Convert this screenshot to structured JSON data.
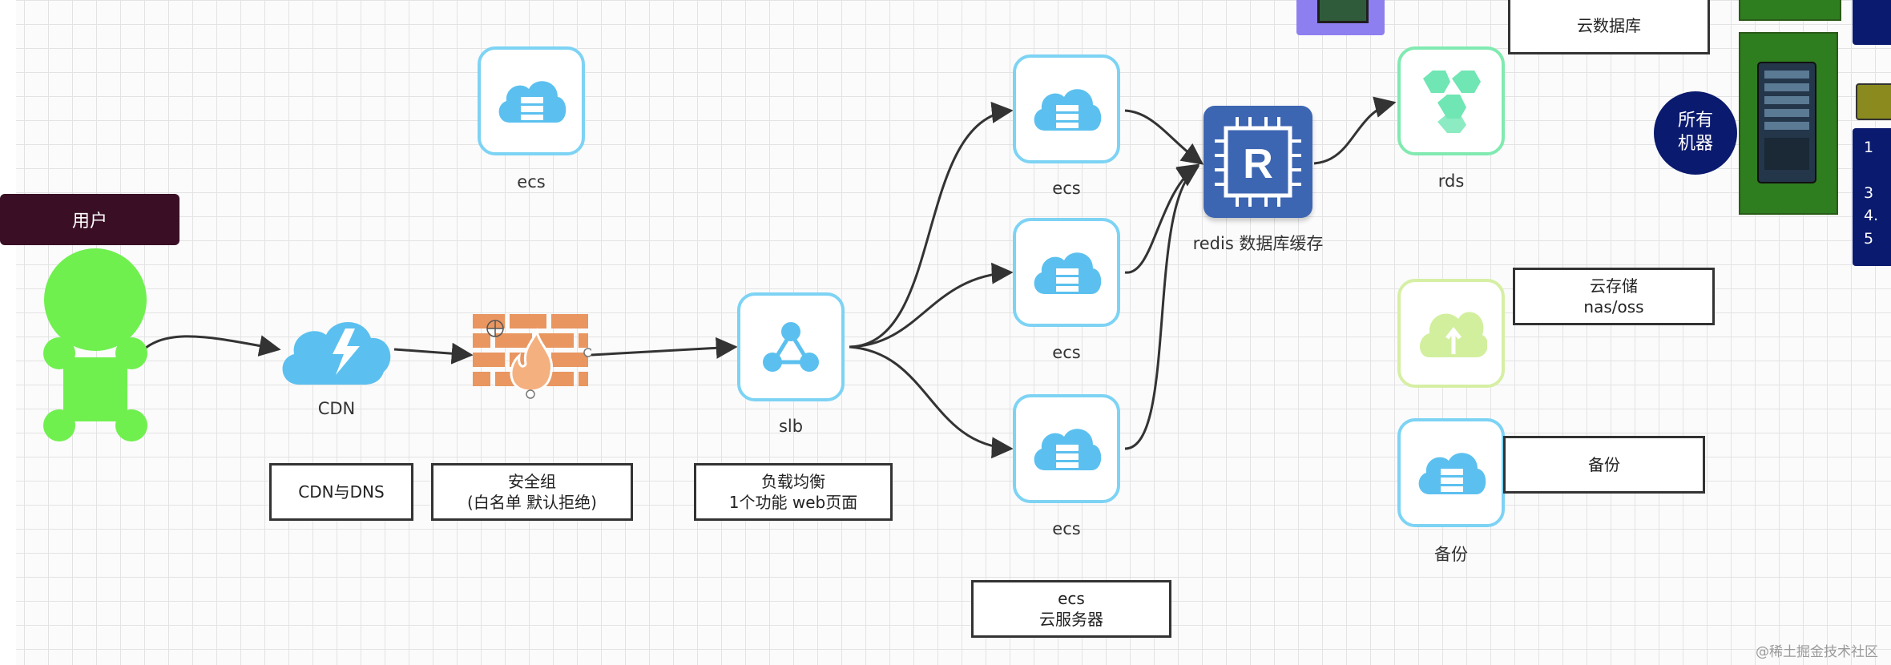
{
  "user": {
    "header": "用户"
  },
  "nodes": {
    "cdn": "CDN",
    "slb": "slb",
    "ecs_top": "ecs",
    "ecs_1": "ecs",
    "ecs_2": "ecs",
    "ecs_3": "ecs",
    "redis": "redis 数据库缓存",
    "rds": "rds",
    "backup": "备份"
  },
  "boxes": {
    "cdn_dns": "CDN与DNS",
    "security_line1": "安全组",
    "security_line2": "(白名单 默认拒绝)",
    "slb_line1": "负载均衡",
    "slb_line2": "1个功能 web页面",
    "ecs_line1": "ecs",
    "ecs_line2": "云服务器",
    "cloud_db": "云数据库",
    "storage_line1": "云存储",
    "storage_line2": "nas/oss",
    "backup": "备份"
  },
  "all_machines": {
    "line1": "所有",
    "line2": "机器"
  },
  "right_list": [
    "1",
    "",
    "3",
    "4.",
    "5"
  ],
  "watermark": "@稀土掘金技术社区",
  "colors": {
    "accent_cloud": "#5bc0ef",
    "tile_border": "#7dd3f4",
    "user_green": "#6ff04e",
    "redis_blue": "#3d66b2",
    "rds_green": "#6fe6b3",
    "storage_lime": "#d2ef9e",
    "dark_navy": "#0a1a6e",
    "dark_green": "#2e7d1e",
    "user_header_bg": "#3a0f26"
  }
}
